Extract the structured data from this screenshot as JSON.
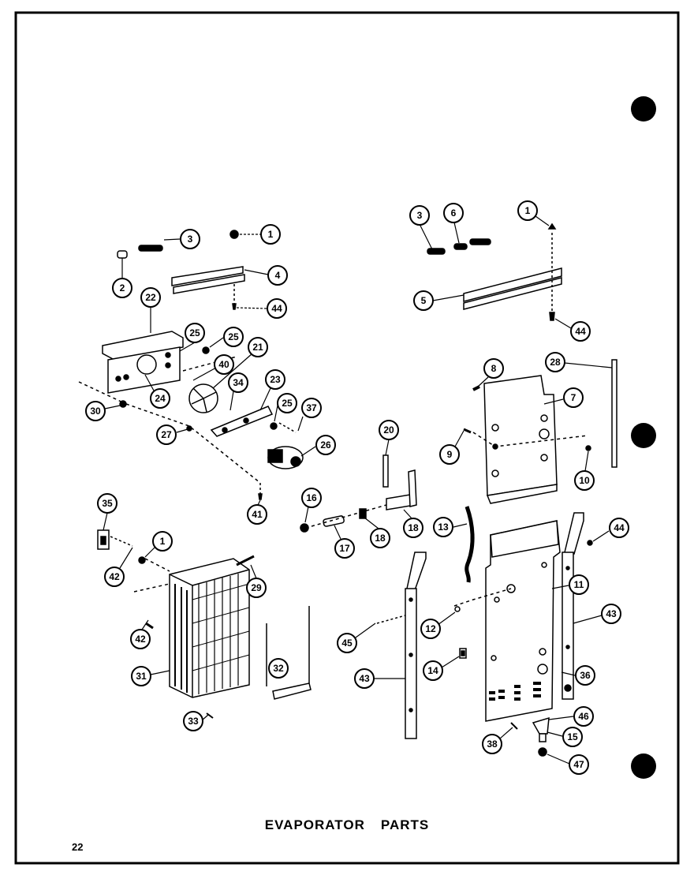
{
  "title": {
    "word1": "EVAPORATOR",
    "word2": "PARTS"
  },
  "page_number": "22",
  "colors": {
    "ink": "#000000",
    "paper": "#ffffff"
  },
  "left_assembly": {
    "callouts": [
      "1",
      "2",
      "3",
      "4",
      "44",
      "22",
      "25",
      "25",
      "21",
      "40",
      "24",
      "34",
      "23",
      "25",
      "37",
      "30",
      "27",
      "26",
      "41"
    ]
  },
  "right_upper": {
    "callouts": [
      "3",
      "6",
      "1",
      "5",
      "44",
      "28",
      "8",
      "7",
      "9",
      "10",
      "20"
    ]
  },
  "lower": {
    "callouts": [
      "35",
      "1",
      "42",
      "29",
      "42",
      "31",
      "32",
      "33",
      "16",
      "17",
      "18",
      "18",
      "13",
      "44",
      "11",
      "43",
      "45",
      "12",
      "14",
      "43",
      "36",
      "46",
      "15",
      "38",
      "47"
    ]
  }
}
